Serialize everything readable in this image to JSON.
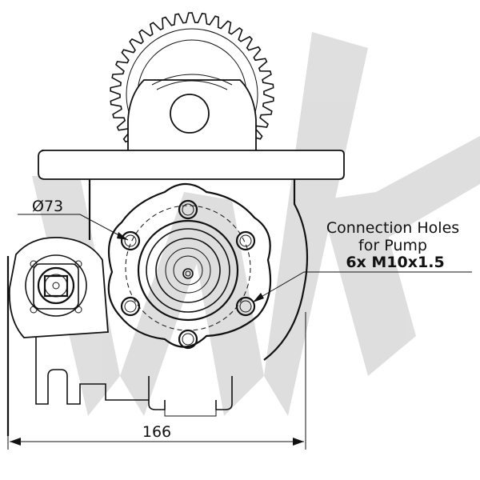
{
  "dimensions": {
    "diameter_symbol": "Ø",
    "diameter_value": "73",
    "width_value": "166"
  },
  "callout": {
    "line1": "Connection Holes",
    "line2": "for Pump",
    "spec": "6x  M10x1.5"
  },
  "watermark": {
    "letters": "W"
  },
  "colors": {
    "line": "#111111",
    "watermark": "#d9d9d9",
    "background": "#ffffff"
  }
}
